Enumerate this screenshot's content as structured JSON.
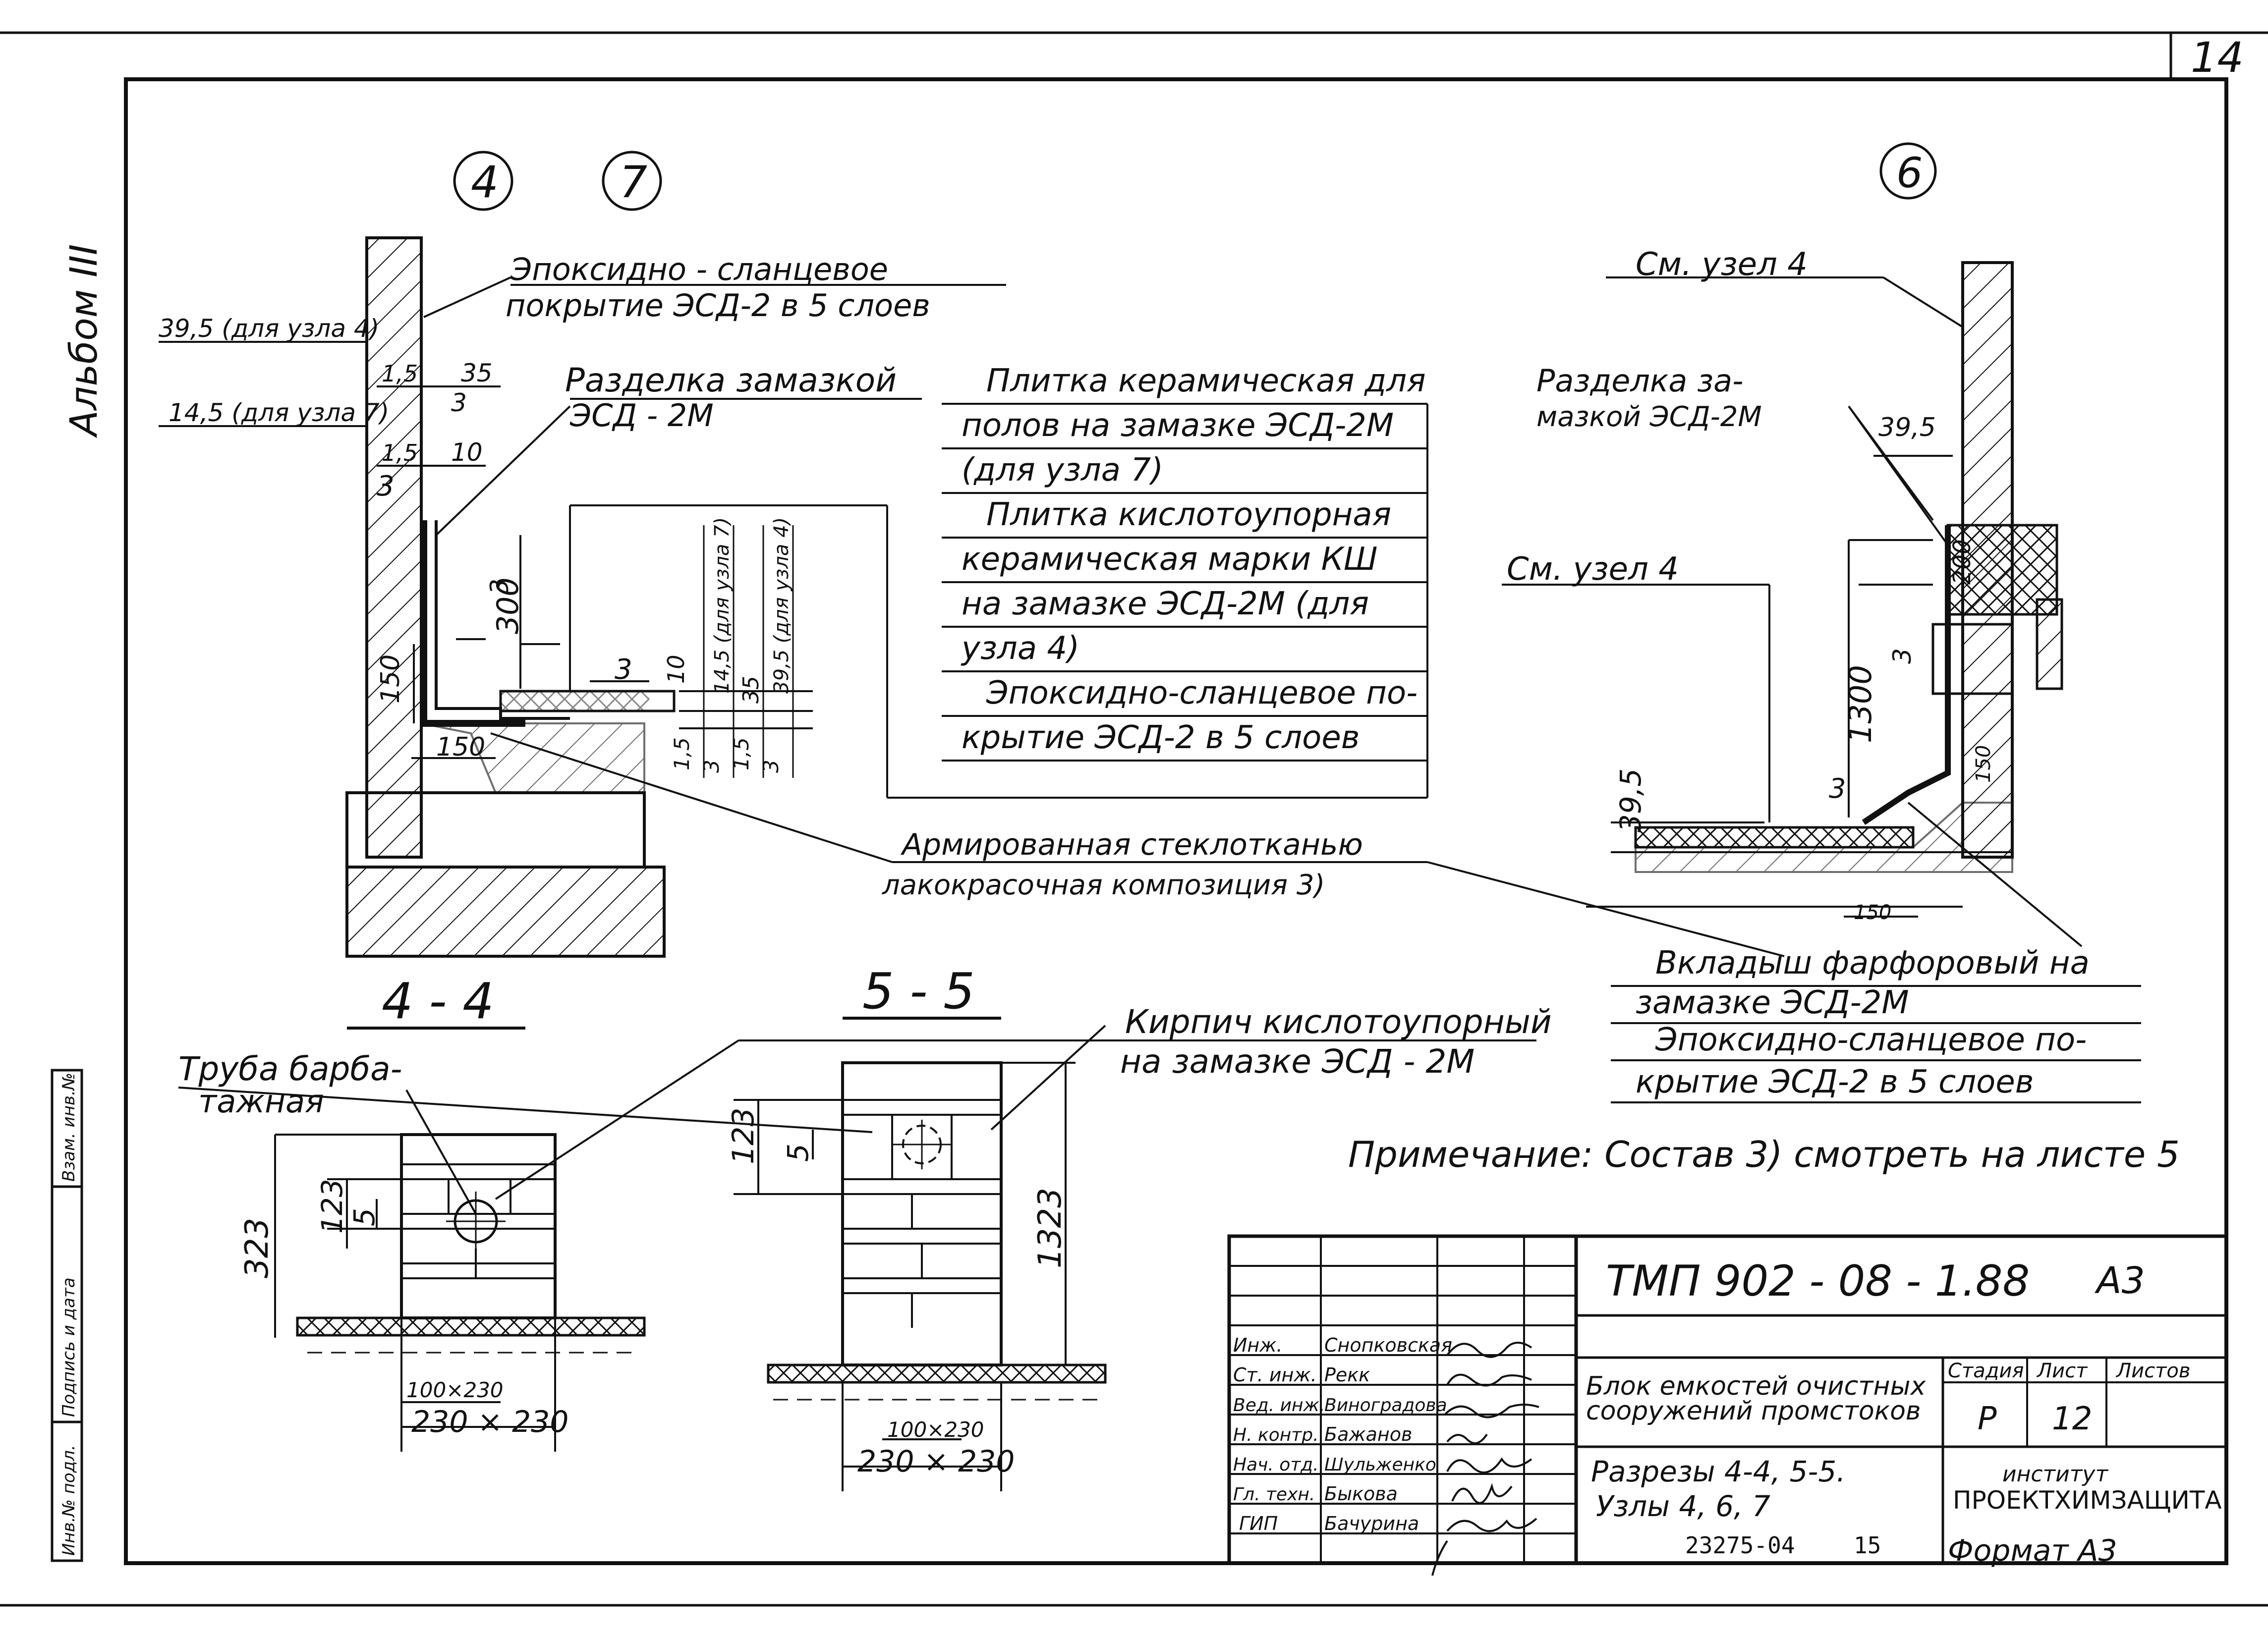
{
  "page_number": "14",
  "album": "Альбом III",
  "node_labels": {
    "n4": "4",
    "n7": "7",
    "n6": "6"
  },
  "left_detail": {
    "dim_39_5": "39,5 (для узла 4)",
    "dim_14_5": "14,5 (для узла 7)",
    "d1_5a": "1,5",
    "d35": "35",
    "d3a": "3",
    "d1_5b": "1,5",
    "d10": "10",
    "d3b": "3",
    "d3c": "3",
    "d300": "300",
    "d150v": "150",
    "d150h": "150",
    "d3d": "3",
    "vdim": [
      "10",
      "14,5 (для узла 7)",
      "35",
      "39,5 (для узла 4)"
    ],
    "bottom_dims": [
      "1,5",
      "3",
      "1,5",
      "3"
    ],
    "coating_1": "Эпоксидно - сланцевое",
    "coating_2": "покрытие ЭСД-2 в 5 слоев",
    "razdelka_1": "Разделка замазкой",
    "razdelka_2": "ЭСД - 2М"
  },
  "table_notes": [
    "Плитка керамическая для",
    "полов на замазке ЭСД-2М",
    "(для узла 7)",
    "Плитка кислотоупорная",
    "керамическая марки КШ",
    "на замазке ЭСД-2М (для",
    "узла 4)",
    "Эпоксидно-сланцевое по-",
    "крытие ЭСД-2 в 5 слоев"
  ],
  "armir_1": "Армированная стеклотканью",
  "armir_2": "лакокрасочная композиция 3)",
  "right_detail": {
    "see_node_top": "См. узел 4",
    "razdelka_1": "Разделка за-",
    "razdelka_2": "мазкой ЭСД-2М",
    "d39_5a": "39,5",
    "see_node_mid": "См. узел 4",
    "d200": "200",
    "d3a": "3",
    "d1300": "1300",
    "d150v": "150",
    "d39_5b": "39,5",
    "d3b": "3",
    "d150h": "150"
  },
  "right_notes": [
    "Вкладыш фарфоровый на",
    "замазке ЭСД-2М",
    "Эпоксидно-сланцевое по-",
    "крытие ЭСД-2 в 5 слоев"
  ],
  "section_44": {
    "title": "4 - 4",
    "pipe_1": "Труба барба-",
    "pipe_2": "тажная",
    "d323": "323",
    "d123": "123",
    "d5": "5",
    "d100": "100×230",
    "d230": "230 × 230"
  },
  "section_55": {
    "title": "5 - 5",
    "d123": "123",
    "d5": "5",
    "d1323": "1323",
    "d100": "100×230",
    "d230": "230 × 230"
  },
  "brick_1": "Кирпич кислотоупорный",
  "brick_2": "на замазке ЭСД - 2М",
  "note": "Примечание: Состав 3) смотреть на листе 5",
  "side_stamp": [
    "Инв.№ подл.",
    "Подпись и дата",
    "Взам. инв.№"
  ],
  "title_block": {
    "doc_code": "ТМП 902 - 08 - 1.88",
    "format_top": "А3",
    "description_1": "Блок емкостей очистных",
    "description_2": "сооружений промстоков",
    "sections_1": "Разрезы 4-4, 5-5.",
    "sections_2": "Узлы 4, 6, 7",
    "hdr_stage": "Стадия",
    "hdr_sheet": "Лист",
    "hdr_sheets": "Листов",
    "stage": "Р",
    "sheet": "12",
    "org_1": "институт",
    "org_2": "ПРОЕКТХИМЗАЩИТА",
    "roles": [
      {
        "role": "Инж.",
        "name": "Снопковская"
      },
      {
        "role": "Ст. инж.",
        "name": "Рекк"
      },
      {
        "role": "Вед. инж.",
        "name": "Виноградова"
      },
      {
        "role": "Н. контр.",
        "name": "Бажанов"
      },
      {
        "role": "Нач. отд.",
        "name": "Шульженко"
      },
      {
        "role": "Гл. техн.",
        "name": "Быкова"
      },
      {
        "role": "ГИП",
        "name": "Бачурина"
      }
    ],
    "archive_no": "23275-04",
    "archive_page": "15",
    "format_bottom": "Формат А3"
  }
}
